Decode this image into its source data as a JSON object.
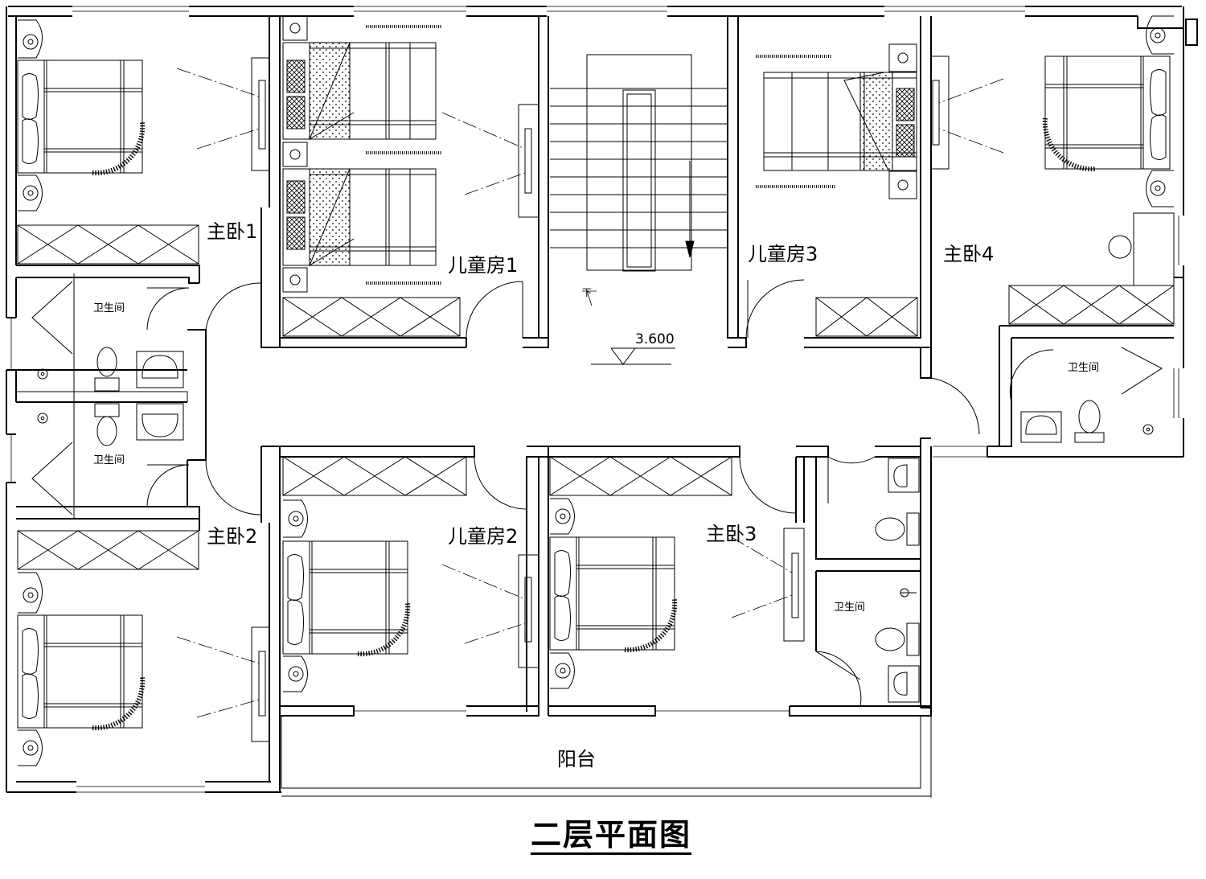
{
  "drawing": {
    "title": "二层平面图",
    "elevation": "3.600",
    "stair_direction": "下"
  },
  "rooms": {
    "master_bedroom_1": "主卧1",
    "master_bedroom_2": "主卧2",
    "master_bedroom_3": "主卧3",
    "master_bedroom_4": "主卧4",
    "kids_room_1": "儿童房1",
    "kids_room_2": "儿童房2",
    "kids_room_3": "儿童房3",
    "bathroom_1": "卫生间",
    "bathroom_2": "卫生间",
    "bathroom_3": "卫生间",
    "bathroom_4": "卫生间",
    "balcony": "阳台"
  },
  "colors": {
    "line": "#000000",
    "background": "#ffffff"
  }
}
